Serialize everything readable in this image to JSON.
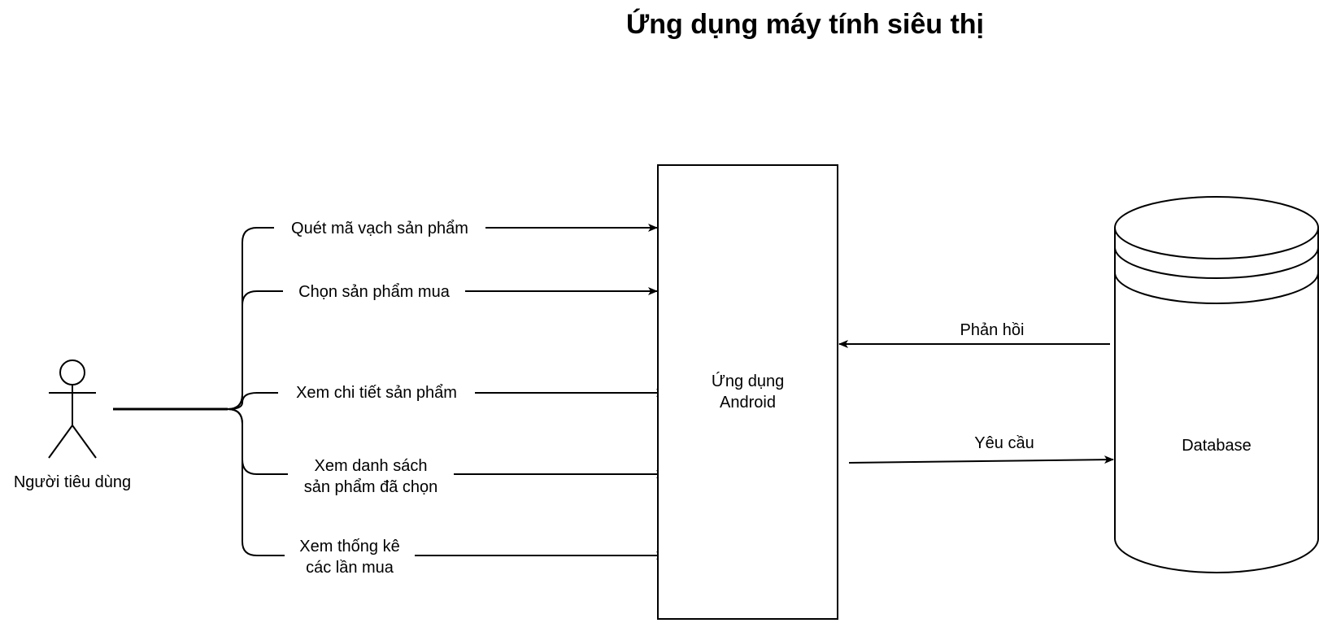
{
  "title": "Ứng dụng máy tính siêu thị",
  "actor": {
    "label": "Người tiêu dùng"
  },
  "app_box": {
    "label": "Ứng dụng\nAndroid"
  },
  "database": {
    "label": "Database"
  },
  "actions": [
    {
      "label": "Quét mã vạch sản phẩm"
    },
    {
      "label": "Chọn sản phẩm mua"
    },
    {
      "label": "Xem chi tiết sản phẩm"
    },
    {
      "label": "Xem danh sách\nsản phẩm đã chọn"
    },
    {
      "label": "Xem thống kê\ncác lần mua"
    }
  ],
  "links": {
    "response": "Phản hồi",
    "request": "Yêu cầu"
  }
}
